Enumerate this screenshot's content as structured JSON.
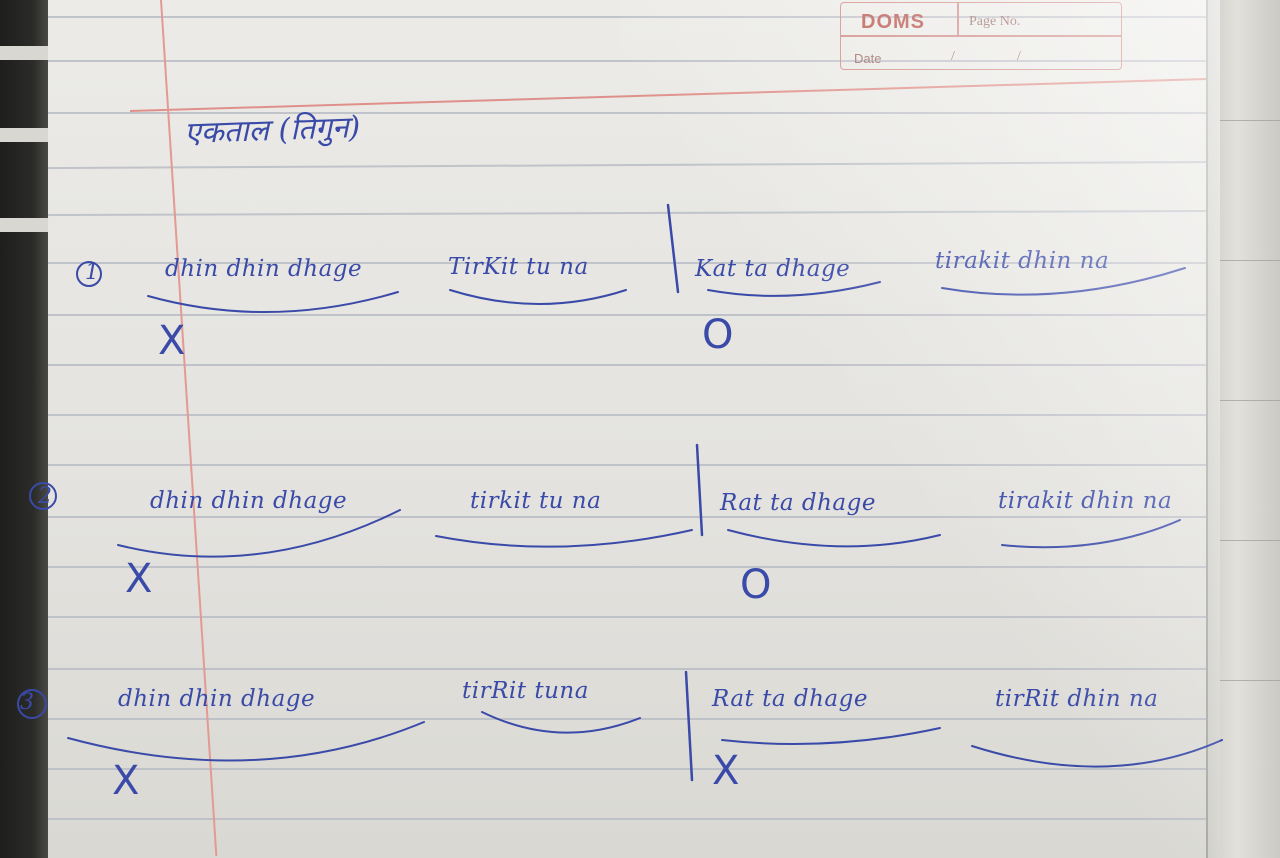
{
  "notebook": {
    "brand": "DOMS",
    "page_no_label": "Page No.",
    "date_label": "Date",
    "date_slash": "/"
  },
  "title": "एकताल (तिगुन)",
  "rows": [
    {
      "number": "1",
      "vibhags": [
        "dhin dhin dhage",
        "TirKit tu na",
        "Kat ta dhage",
        "tirakit dhin na"
      ],
      "marks": [
        "X",
        "O"
      ]
    },
    {
      "number": "2",
      "vibhags": [
        "dhin dhin dhage",
        "tirkit tu na",
        "Rat ta dhage",
        "tirakit dhin na"
      ],
      "marks": [
        "X",
        "O"
      ]
    },
    {
      "number": "3",
      "vibhags": [
        "dhin dhin dhage",
        "tirRit tuna",
        "Rat ta dhage",
        "tirRit dhin na"
      ],
      "marks": [
        "X",
        "X"
      ]
    }
  ]
}
